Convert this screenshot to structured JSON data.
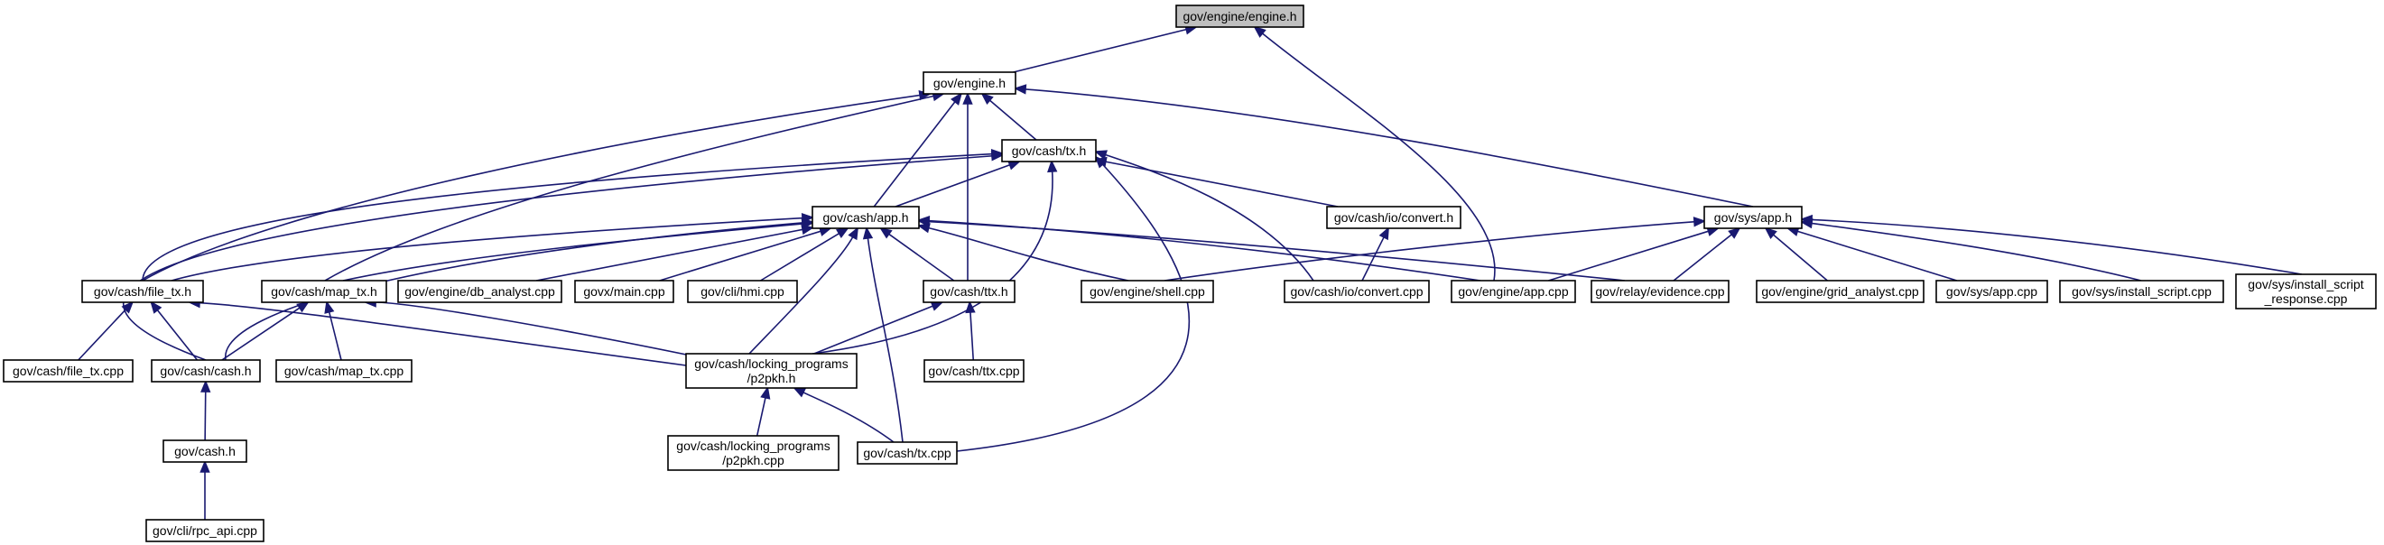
{
  "colors": {
    "edge": "#191970",
    "node_border": "#000000",
    "node_fill": "#ffffff",
    "root_fill": "#bfbfbf"
  },
  "nodes": [
    {
      "id": "engine_engine_h",
      "label": [
        "gov/engine/engine.h"
      ],
      "root": true
    },
    {
      "id": "engine_h",
      "label": [
        "gov/engine.h"
      ]
    },
    {
      "id": "cash_tx_h",
      "label": [
        "gov/cash/tx.h"
      ]
    },
    {
      "id": "cash_app_h",
      "label": [
        "gov/cash/app.h"
      ]
    },
    {
      "id": "cash_io_convert_h",
      "label": [
        "gov/cash/io/convert.h"
      ]
    },
    {
      "id": "sys_app_h",
      "label": [
        "gov/sys/app.h"
      ]
    },
    {
      "id": "cash_file_tx_h",
      "label": [
        "gov/cash/file_tx.h"
      ]
    },
    {
      "id": "cash_map_tx_h",
      "label": [
        "gov/cash/map_tx.h"
      ]
    },
    {
      "id": "engine_db_analyst_cpp",
      "label": [
        "gov/engine/db_analyst.cpp"
      ]
    },
    {
      "id": "govx_main_cpp",
      "label": [
        "govx/main.cpp"
      ]
    },
    {
      "id": "cli_hmi_cpp",
      "label": [
        "gov/cli/hmi.cpp"
      ]
    },
    {
      "id": "cash_ttx_h",
      "label": [
        "gov/cash/ttx.h"
      ]
    },
    {
      "id": "engine_shell_cpp",
      "label": [
        "gov/engine/shell.cpp"
      ]
    },
    {
      "id": "cash_io_convert_cpp",
      "label": [
        "gov/cash/io/convert.cpp"
      ]
    },
    {
      "id": "engine_app_cpp",
      "label": [
        "gov/engine/app.cpp"
      ]
    },
    {
      "id": "relay_evidence_cpp",
      "label": [
        "gov/relay/evidence.cpp"
      ]
    },
    {
      "id": "engine_grid_analyst_cpp",
      "label": [
        "gov/engine/grid_analyst.cpp"
      ]
    },
    {
      "id": "sys_app_cpp",
      "label": [
        "gov/sys/app.cpp"
      ]
    },
    {
      "id": "sys_install_script_cpp",
      "label": [
        "gov/sys/install_script.cpp"
      ]
    },
    {
      "id": "sys_install_script_response_cpp",
      "label": [
        "gov/sys/install_script",
        "_response.cpp"
      ]
    },
    {
      "id": "cash_file_tx_cpp",
      "label": [
        "gov/cash/file_tx.cpp"
      ]
    },
    {
      "id": "cash_cash_h",
      "label": [
        "gov/cash/cash.h"
      ]
    },
    {
      "id": "cash_map_tx_cpp",
      "label": [
        "gov/cash/map_tx.cpp"
      ]
    },
    {
      "id": "cash_locking_p2pkh_h",
      "label": [
        "gov/cash/locking_programs",
        "/p2pkh.h"
      ]
    },
    {
      "id": "cash_ttx_cpp",
      "label": [
        "gov/cash/ttx.cpp"
      ]
    },
    {
      "id": "cash_h",
      "label": [
        "gov/cash.h"
      ]
    },
    {
      "id": "cash_locking_p2pkh_cpp",
      "label": [
        "gov/cash/locking_programs",
        "/p2pkh.cpp"
      ]
    },
    {
      "id": "cash_tx_cpp",
      "label": [
        "gov/cash/tx.cpp"
      ]
    },
    {
      "id": "cli_rpc_api_cpp",
      "label": [
        "gov/cli/rpc_api.cpp"
      ]
    }
  ],
  "edges": [
    {
      "from": "engine_h",
      "to": "engine_engine_h"
    },
    {
      "from": "engine_app_cpp",
      "to": "engine_engine_h"
    },
    {
      "from": "cash_tx_h",
      "to": "engine_h"
    },
    {
      "from": "cash_app_h",
      "to": "engine_h"
    },
    {
      "from": "cash_ttx_h",
      "to": "engine_h"
    },
    {
      "from": "cash_file_tx_h",
      "to": "engine_h"
    },
    {
      "from": "cash_map_tx_h",
      "to": "engine_h"
    },
    {
      "from": "sys_app_h",
      "to": "engine_h"
    },
    {
      "from": "cash_app_h",
      "to": "cash_tx_h"
    },
    {
      "from": "cash_io_convert_h",
      "to": "cash_tx_h"
    },
    {
      "from": "cash_io_convert_cpp",
      "to": "cash_tx_h"
    },
    {
      "from": "cash_locking_p2pkh_h",
      "to": "cash_tx_h"
    },
    {
      "from": "cash_tx_cpp",
      "to": "cash_tx_h"
    },
    {
      "from": "cash_file_tx_h",
      "to": "cash_tx_h"
    },
    {
      "from": "cash_cash_h",
      "to": "cash_tx_h"
    },
    {
      "from": "cash_file_tx_h",
      "to": "cash_app_h"
    },
    {
      "from": "cash_map_tx_h",
      "to": "cash_app_h"
    },
    {
      "from": "engine_db_analyst_cpp",
      "to": "cash_app_h"
    },
    {
      "from": "govx_main_cpp",
      "to": "cash_app_h"
    },
    {
      "from": "cli_hmi_cpp",
      "to": "cash_app_h"
    },
    {
      "from": "cash_ttx_h",
      "to": "cash_app_h"
    },
    {
      "from": "engine_shell_cpp",
      "to": "cash_app_h"
    },
    {
      "from": "engine_app_cpp",
      "to": "cash_app_h"
    },
    {
      "from": "relay_evidence_cpp",
      "to": "cash_app_h"
    },
    {
      "from": "cash_cash_h",
      "to": "cash_app_h"
    },
    {
      "from": "cash_locking_p2pkh_h",
      "to": "cash_app_h"
    },
    {
      "from": "cash_tx_cpp",
      "to": "cash_app_h"
    },
    {
      "from": "cash_io_convert_cpp",
      "to": "cash_io_convert_h"
    },
    {
      "from": "engine_shell_cpp",
      "to": "sys_app_h"
    },
    {
      "from": "engine_app_cpp",
      "to": "sys_app_h"
    },
    {
      "from": "relay_evidence_cpp",
      "to": "sys_app_h"
    },
    {
      "from": "engine_grid_analyst_cpp",
      "to": "sys_app_h"
    },
    {
      "from": "sys_app_cpp",
      "to": "sys_app_h"
    },
    {
      "from": "sys_install_script_cpp",
      "to": "sys_app_h"
    },
    {
      "from": "sys_install_script_response_cpp",
      "to": "sys_app_h"
    },
    {
      "from": "cash_file_tx_cpp",
      "to": "cash_file_tx_h"
    },
    {
      "from": "cash_cash_h",
      "to": "cash_file_tx_h"
    },
    {
      "from": "cash_locking_p2pkh_h",
      "to": "cash_file_tx_h"
    },
    {
      "from": "cash_cash_h",
      "to": "cash_map_tx_h"
    },
    {
      "from": "cash_map_tx_cpp",
      "to": "cash_map_tx_h"
    },
    {
      "from": "cash_locking_p2pkh_h",
      "to": "cash_map_tx_h"
    },
    {
      "from": "cash_locking_p2pkh_h",
      "to": "cash_ttx_h"
    },
    {
      "from": "cash_ttx_cpp",
      "to": "cash_ttx_h"
    },
    {
      "from": "cash_h",
      "to": "cash_cash_h"
    },
    {
      "from": "cash_locking_p2pkh_cpp",
      "to": "cash_locking_p2pkh_h"
    },
    {
      "from": "cash_tx_cpp",
      "to": "cash_locking_p2pkh_h"
    },
    {
      "from": "cli_rpc_api_cpp",
      "to": "cash_h"
    }
  ]
}
